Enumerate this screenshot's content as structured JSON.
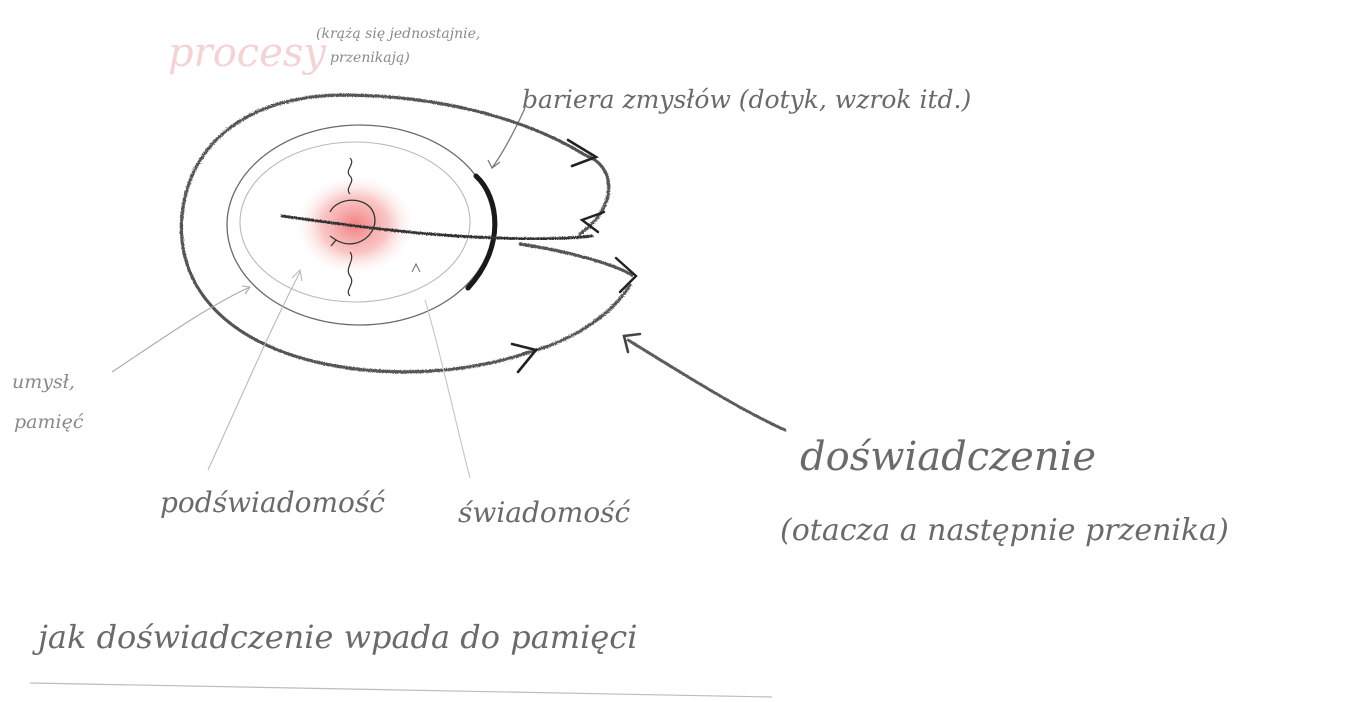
{
  "labels": {
    "top_note_line1": "(krążą się jednostajnie,",
    "top_note_line2": "przenikają)",
    "barrier": "bariera zmysłów (dotyk, wzrok itd.)",
    "senses_memory_line1": "umysł,",
    "senses_memory_line2": "pamięć",
    "subconscious": "podświadomość",
    "conscious": "świadomość",
    "experience": "doświadczenie",
    "experience_note": "(otacza a następnie przenika)",
    "caption": "jak doświadczenie wpada do pamięci",
    "faded_word": "procesy"
  },
  "colors": {
    "ink": "#5f5f5f",
    "dark_ink": "#2a2a2a",
    "pencil": "#9a9a9a",
    "glow": "#f08a8a"
  }
}
